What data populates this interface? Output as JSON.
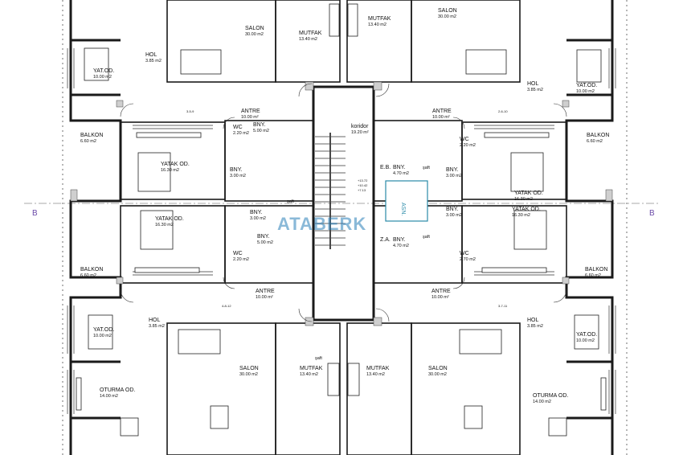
{
  "rooms": [
    {
      "key": "salon-tl",
      "name": "SALON",
      "area": "30.00 m2"
    },
    {
      "key": "mutfak-tl",
      "name": "MUTFAK",
      "area": "13.40 m2"
    },
    {
      "key": "mutfak-tr",
      "name": "MUTFAK",
      "area": "13.40 m2"
    },
    {
      "key": "salon-tr",
      "name": "SALON",
      "area": "30.00 m2"
    },
    {
      "key": "yatod-tl",
      "name": "YAT.OD.",
      "area": "10.00 m2"
    },
    {
      "key": "hol-tl",
      "name": "HOL",
      "area": "3.85 m2"
    },
    {
      "key": "hol-tr",
      "name": "HOL",
      "area": "3.85 m2"
    },
    {
      "key": "yatod-tr",
      "name": "YAT.OD.",
      "area": "10.00 m2"
    },
    {
      "key": "antre-tl",
      "name": "ANTRE",
      "area": "10.00 m²"
    },
    {
      "key": "antre-tr",
      "name": "ANTRE",
      "area": "10.00 m²"
    },
    {
      "key": "koridor",
      "name": "koridor",
      "area": "19.20 m²"
    },
    {
      "key": "balkon-tl",
      "name": "BALKON",
      "area": "6.60 m2"
    },
    {
      "key": "balkon-tr",
      "name": "BALKON",
      "area": "6.60 m2"
    },
    {
      "key": "wc-tl",
      "name": "WC",
      "area": "2.20 m2"
    },
    {
      "key": "wc-tr",
      "name": "WC",
      "area": "2.20 m2"
    },
    {
      "key": "bny-tl1",
      "name": "BNY.",
      "area": "5.00 m2"
    },
    {
      "key": "bny-tl2",
      "name": "BNY.",
      "area": "3.00 m2"
    },
    {
      "key": "eb-top",
      "name": "E.B.",
      "area": ""
    },
    {
      "key": "bny-c1",
      "name": "BNY.",
      "area": "4.70 m2"
    },
    {
      "key": "bny-tr",
      "name": "BNY.",
      "area": "3.00 m2"
    },
    {
      "key": "yatak-tl",
      "name": "YATAK OD.",
      "area": "16.30 m2"
    },
    {
      "key": "yatak-tr",
      "name": "YATAK OD.",
      "area": "16.30 m2"
    },
    {
      "key": "yatak-bl",
      "name": "YATAK OD.",
      "area": "16.30 m2"
    },
    {
      "key": "yatak-br",
      "name": "YATAK OD.",
      "area": "16.30 m2"
    },
    {
      "key": "bny-bl1",
      "name": "BNY.",
      "area": "3.00 m2"
    },
    {
      "key": "bny-bl2",
      "name": "BNY.",
      "area": "5.00 m2"
    },
    {
      "key": "bny-br",
      "name": "BNY.",
      "area": "3.00 m2"
    },
    {
      "key": "za",
      "name": "Z.A.",
      "area": ""
    },
    {
      "key": "bny-c2",
      "name": "BNY.",
      "area": "4.70 m2"
    },
    {
      "key": "wc-bl",
      "name": "WC",
      "area": "2.20 m2"
    },
    {
      "key": "wc-br",
      "name": "WC",
      "area": "2.70 m2"
    },
    {
      "key": "balkon-bl",
      "name": "BALKON",
      "area": "6.60 m2"
    },
    {
      "key": "balkon-br",
      "name": "BALKON",
      "area": "6.60 m2"
    },
    {
      "key": "antre-bl",
      "name": "ANTRE",
      "area": "10.00 m²"
    },
    {
      "key": "antre-br",
      "name": "ANTRE",
      "area": "10.00 m²"
    },
    {
      "key": "yatod-bl",
      "name": "YAT.OD.",
      "area": "10.00 m2"
    },
    {
      "key": "hol-bl",
      "name": "HOL",
      "area": "3.85 m2"
    },
    {
      "key": "hol-br",
      "name": "HOL",
      "area": "3.85 m2"
    },
    {
      "key": "yatod-br",
      "name": "YAT.OD.",
      "area": "10.00 m2"
    },
    {
      "key": "salon-bl",
      "name": "SALON",
      "area": "30.00 m2"
    },
    {
      "key": "mutfak-bl",
      "name": "MUTFAK",
      "area": "13.40 m2"
    },
    {
      "key": "mutfak-br",
      "name": "MUTFAK",
      "area": "13.40 m2"
    },
    {
      "key": "salon-br",
      "name": "SALON",
      "area": "30.00 m2"
    },
    {
      "key": "oturma-bl",
      "name": "OTURMA OD.",
      "area": "14.00 m2"
    },
    {
      "key": "oturma-br",
      "name": "OTURMA OD.",
      "area": "14.00 m2"
    }
  ],
  "labels": {
    "watermark": "ATABERK",
    "section_left": "B",
    "section_right": "B",
    "lift_label": "ASN.",
    "shaft": "şaft",
    "level_top": "+13.72",
    "level_mid": "+10.42",
    "level_bot": "+7.13",
    "tag_tl": "3-5-9",
    "tag_tr": "2-6-10",
    "tag_bl": "4-8-12",
    "tag_br": "3-7-11"
  }
}
